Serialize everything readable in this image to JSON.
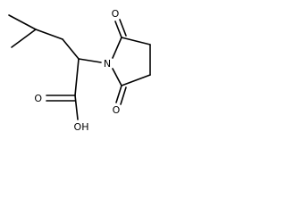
{
  "structure": {
    "atom_labels": {
      "nitrogen": "N",
      "ring_oxygen_top": "O",
      "ring_oxygen_bottom": "O",
      "carbonyl_oxygen": "O",
      "hydroxyl": "OH"
    },
    "colors": {
      "bond": "#000000",
      "text": "#000000",
      "background": "#ffffff"
    }
  }
}
